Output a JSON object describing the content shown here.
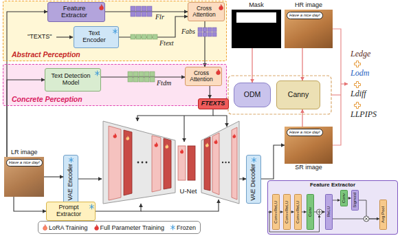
{
  "diagram": {
    "nodes": [
      {
        "text": [
          "Abstract Perception"
        ]
      },
      {
        "text": [
          "Feature Extractor"
        ],
        "in": 0
      },
      {
        "text": [
          "Text Encoder"
        ],
        "in": 0
      },
      {
        "text": [
          "Cross Attention"
        ],
        "in": 0
      },
      {
        "text": [
          "Concrete Perception"
        ]
      },
      {
        "text": [
          "Text Detection Model"
        ],
        "in": 4
      },
      {
        "text": [
          "Cross Attention"
        ],
        "in": 4
      },
      {
        "text": [
          "FTEXTS"
        ]
      },
      {
        "text": [
          "Mask"
        ]
      },
      {
        "text": [
          "HR image",
          "Have a nice day!"
        ]
      },
      {
        "text": [
          "ODM"
        ]
      },
      {
        "text": [
          "Canny"
        ]
      },
      {
        "text": [
          "SR image",
          "Have a nice day!"
        ]
      },
      {
        "text": [
          "LR image",
          "Have a nice day!"
        ]
      },
      {
        "text": [
          "VAE Encoder"
        ]
      },
      {
        "text": [
          "U-Net"
        ]
      },
      {
        "text": [
          "VAE Decoder"
        ]
      },
      {
        "text": [
          "Prompt Extractor"
        ]
      },
      {
        "text": [
          "Feature Extractor"
        ]
      },
      {
        "text": [
          "Conv+ReLU"
        ],
        "in": 18
      },
      {
        "text": [
          "Conv+ReLU"
        ],
        "in": 18
      },
      {
        "text": [
          "Conv+ReLU"
        ],
        "in": 18
      },
      {
        "text": [
          "Conv"
        ],
        "in": 18
      },
      {
        "text": [
          "ReLU"
        ],
        "in": 18
      },
      {
        "text": [
          "Conv"
        ],
        "in": 18
      },
      {
        "text": [
          "Sigmoid"
        ],
        "in": 18
      },
      {
        "text": [
          "Avg Pool"
        ],
        "in": 18
      }
    ],
    "edges": [
      {
        "from": 13,
        "to": 1,
        "arrow": "to"
      },
      {
        "from": 13,
        "to": 5,
        "arrow": "to"
      },
      {
        "from": 13,
        "to": 17,
        "arrow": "to"
      },
      {
        "from": 13,
        "to": 14,
        "arrow": "to"
      },
      {
        "from": 1,
        "to": 3,
        "arrow": "to"
      },
      {
        "from": 2,
        "to": 3,
        "arrow": "to"
      },
      {
        "from": 3,
        "to": 6,
        "arrow": "to"
      },
      {
        "from": 5,
        "to": 6,
        "arrow": "to"
      },
      {
        "from": 6,
        "to": 7,
        "arrow": "to"
      },
      {
        "from": 7,
        "to": 15,
        "arrow": "to"
      },
      {
        "from": 14,
        "to": 15,
        "arrow": "to"
      },
      {
        "from": 15,
        "to": 16,
        "arrow": "to"
      },
      {
        "from": 16,
        "to": 12,
        "arrow": "to"
      },
      {
        "from": 17,
        "to": 15,
        "arrow": "to"
      },
      {
        "from": 8,
        "to": 10,
        "arrow": "to"
      },
      {
        "from": 9,
        "to": 11,
        "arrow": "to"
      },
      {
        "from": 12,
        "to": 11,
        "arrow": "to"
      },
      {
        "from": 19,
        "to": 20,
        "arrow": "to"
      },
      {
        "from": 20,
        "to": 21,
        "arrow": "to"
      },
      {
        "from": 21,
        "to": 22,
        "arrow": "to"
      },
      {
        "from": 22,
        "to": 23,
        "arrow": "to"
      },
      {
        "from": 23,
        "to": 24,
        "arrow": "to"
      },
      {
        "from": 24,
        "to": 25,
        "arrow": "to"
      },
      {
        "from": 25,
        "to": 26,
        "arrow": "to"
      },
      {
        "from": 23,
        "to": 26,
        "arrow": "to"
      }
    ],
    "labels": [
      "\"TEXTS\"",
      "Flr",
      "Ftext",
      "Fabs",
      "Ftdm",
      "Ledge",
      "Lodm",
      "Ldiff",
      "LLPIPS"
    ],
    "legend": [
      {
        "text": "LoRA Training"
      },
      {
        "text": "Full Parameter Training"
      },
      {
        "text": "Frozen"
      }
    ]
  }
}
